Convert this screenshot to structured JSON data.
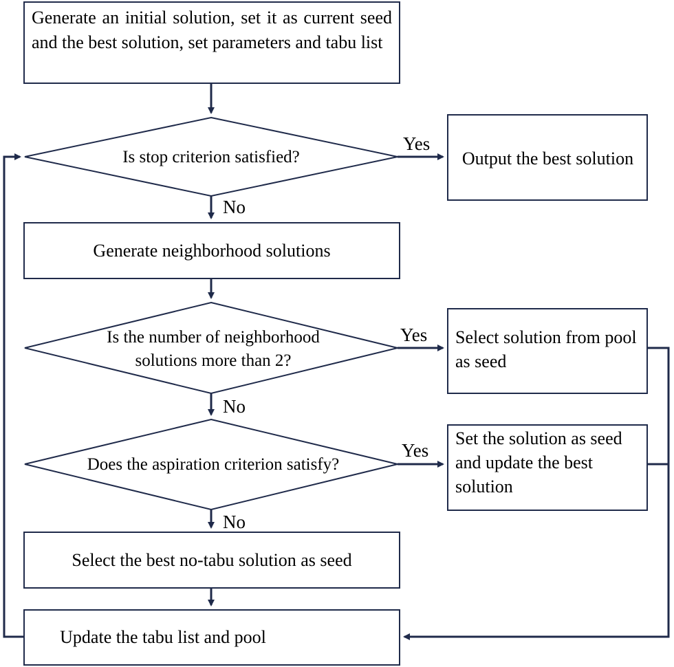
{
  "nodes": {
    "init": "Generate an initial solution, set it as  current seed and the best solution, set parameters and tabu list",
    "stop_check": "Is stop criterion satisfied?",
    "output": "Output the best solution",
    "gen_neighbors": "Generate neighborhood solutions",
    "count_check": "Is the number of neighborhood solutions more than 2?",
    "select_pool": "Select solution from pool as seed",
    "aspiration_check": "Does the aspiration criterion satisfy?",
    "set_seed": "Set the solution as seed and update the best solution",
    "best_no_tabu": "Select the best no-tabu solution as seed",
    "update": "Update the tabu list and pool"
  },
  "edge_labels": {
    "yes_stop": "Yes",
    "no_stop": "No",
    "yes_count": "Yes",
    "no_count": "No",
    "yes_aspiration": "Yes",
    "no_aspiration": "No"
  },
  "colors": {
    "stroke": "#1f2a4a",
    "text": "#000000"
  }
}
